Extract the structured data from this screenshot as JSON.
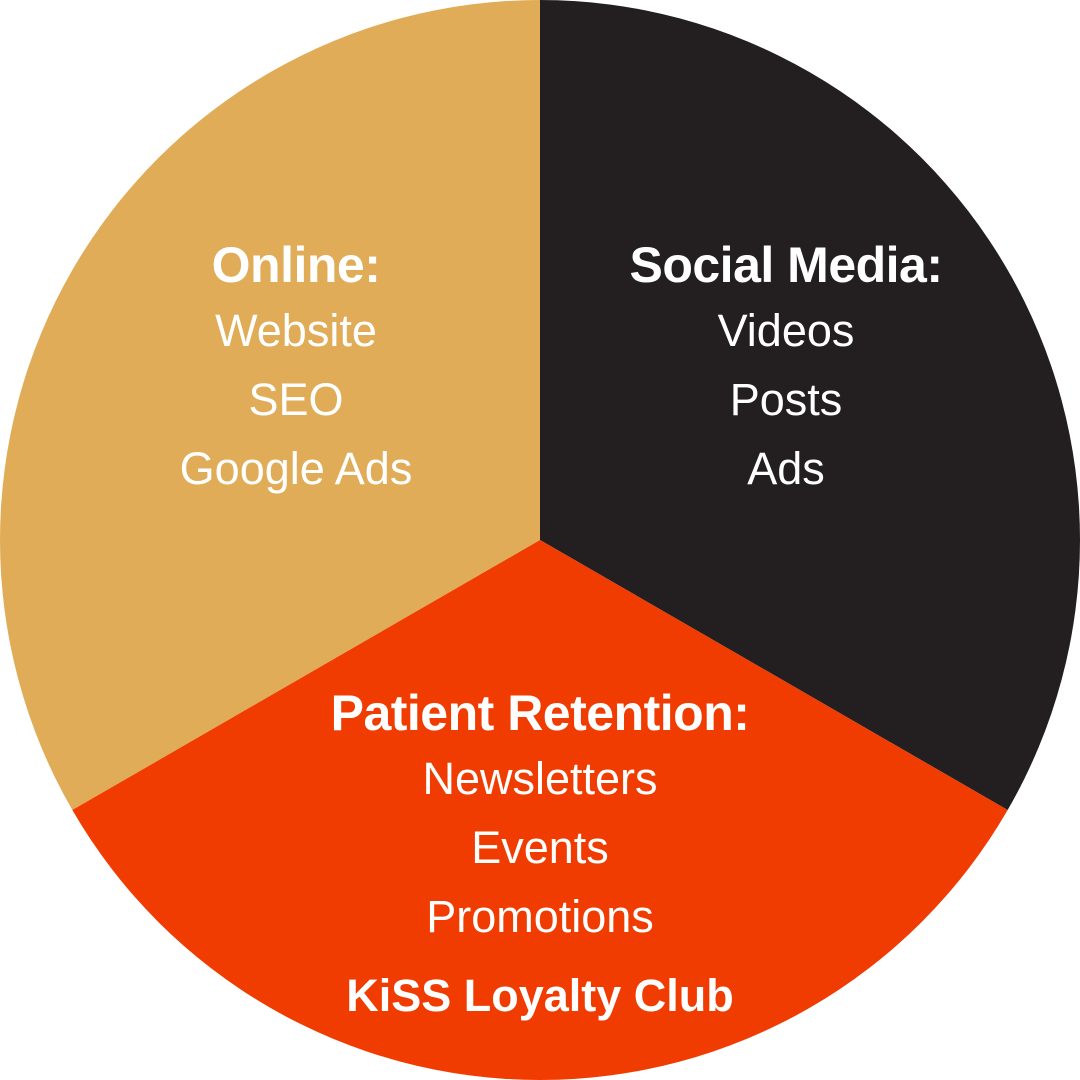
{
  "colors": {
    "online": "#E0AC57",
    "social": "#231F20",
    "retention": "#F03C00",
    "text": "#FFFFFF"
  },
  "segments": [
    {
      "id": "online",
      "heading": "Online:",
      "items": [
        "Website",
        "SEO",
        "Google Ads"
      ],
      "share": 0.3333
    },
    {
      "id": "social",
      "heading": "Social Media:",
      "items": [
        "Videos",
        "Posts",
        "Ads"
      ],
      "share": 0.3333
    },
    {
      "id": "retention",
      "heading": "Patient Retention:",
      "items": [
        "Newsletters",
        "Events",
        "Promotions"
      ],
      "highlight": "KiSS Loyalty Club",
      "share": 0.3333
    }
  ]
}
